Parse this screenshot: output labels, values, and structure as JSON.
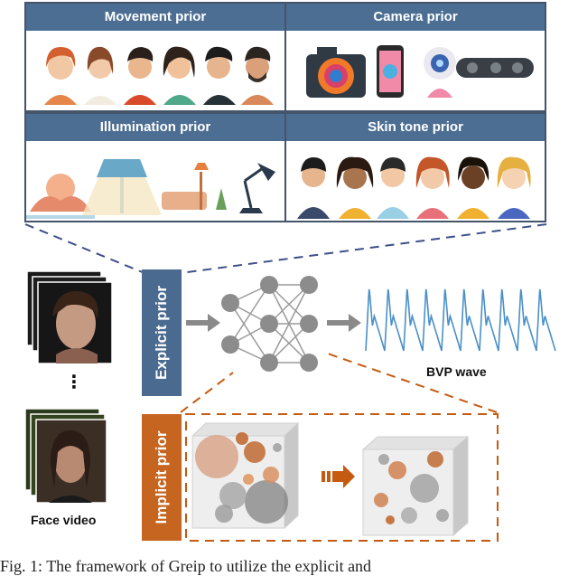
{
  "panels": {
    "movement": "Movement prior",
    "camera": "Camera prior",
    "illumination": "Illumination prior",
    "skin_tone": "Skin tone prior"
  },
  "labels": {
    "explicit_prior": "Explicit prior",
    "implicit_prior": "Implicit prior",
    "bvp_wave": "BVP wave",
    "face_video": "Face video",
    "ellipsis": "⋮"
  },
  "caption": "Fig. 1: The framework of Greip to utilize the explicit and",
  "colors": {
    "panel_header": "#4d6e93",
    "explicit_bar": "#4a6a8f",
    "implicit_bar": "#c6651f",
    "wave": "#4a90c8",
    "node": "#8c8c8c"
  }
}
